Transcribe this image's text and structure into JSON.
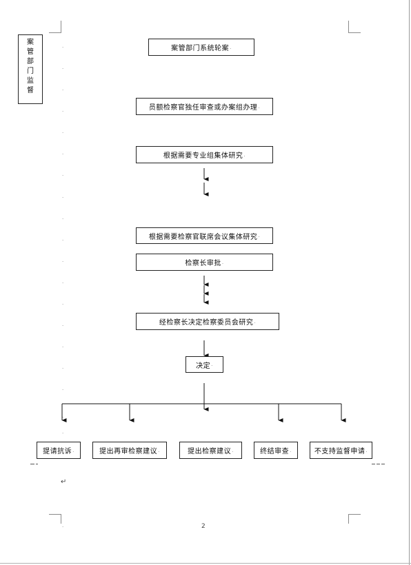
{
  "vertical_label": {
    "chars": [
      "案",
      "管",
      "部",
      "门",
      "监",
      "督"
    ]
  },
  "nodes": {
    "n1": "案管部门系统轮案",
    "n2": "员额检察官独任审查或办案组办理",
    "n3": "根据需要专业组集体研究",
    "n4": "根据需要检察官联席会议集体研究",
    "n5": "检察长审批",
    "n6": "经检察长决定检察委员会研究",
    "n7": "决定",
    "o1": "提请抗诉",
    "o2": "提出再审检察建议",
    "o3": "提出检察建议",
    "o4": "终结审查",
    "o5": "不支持监督申请"
  },
  "marks": {
    "para": ".",
    "enter": "↵"
  },
  "page_number": "2"
}
